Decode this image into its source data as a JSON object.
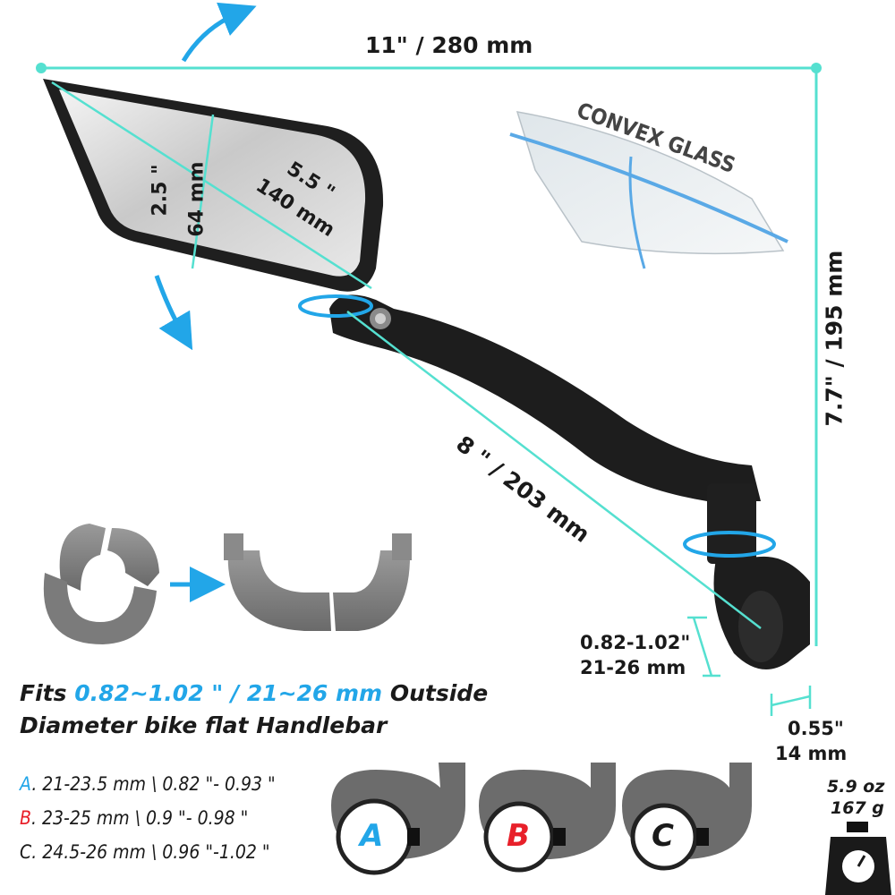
{
  "dimensions": {
    "width_label": "11\" / 280 mm",
    "height_label": "7.7\" / 195 mm",
    "arm_label": "8 \" / 203 mm",
    "mirror_height_in": "2.5 \"",
    "mirror_height_mm": "64 mm",
    "mirror_diag_in": "5.5 \"",
    "mirror_diag_mm": "140 mm",
    "clamp_diameter_in": "0.82-1.02\"",
    "clamp_diameter_mm": "21-26 mm",
    "clamp_width_in": "0.55\"",
    "clamp_width_mm": "14 mm"
  },
  "glass_label": "CONVEX GLASS",
  "fits": {
    "prefix": "Fits",
    "highlight": "0.82~1.02 \" / 21~26 mm",
    "suffix": "Outside",
    "line2": "Diameter bike flat Handlebar"
  },
  "sizes": [
    {
      "letter": "A",
      "text": ". 21-23.5 mm  \\ 0.82 \"- 0.93 \"",
      "color": "#22a6e8"
    },
    {
      "letter": "B",
      "text": ". 23-25 mm  \\  0.9 \"- 0.98 \"",
      "color": "#e8202a"
    },
    {
      "letter": "C",
      "text": ". 24.5-26 mm  \\  0.96 \"-1.02 \"",
      "color": "#1a1a1a"
    }
  ],
  "clamp_letters": [
    "A",
    "B",
    "C"
  ],
  "weight": {
    "oz": "5.9 oz",
    "g": "167 g"
  },
  "colors": {
    "accent": "#22a6e8",
    "measure": "#55e0d0",
    "b_red": "#e8202a"
  },
  "icons": [
    "rotate-arrow-icon",
    "scale-icon",
    "arrow-right-icon"
  ]
}
